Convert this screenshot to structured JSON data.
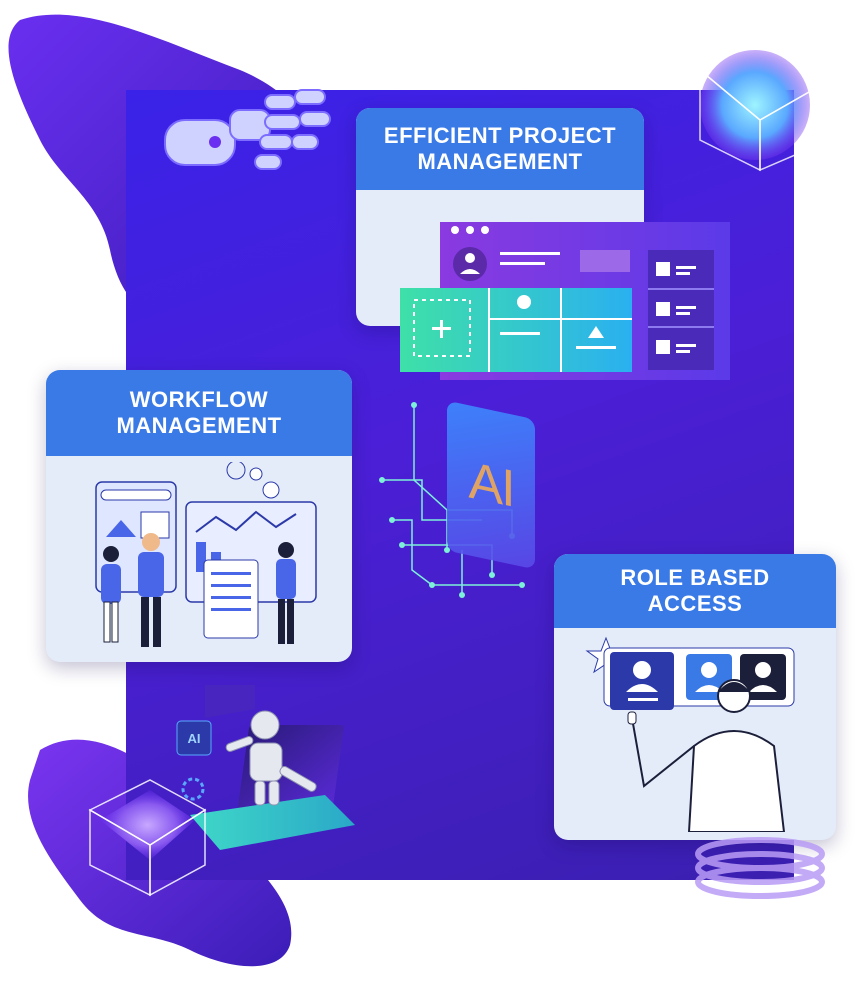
{
  "cards": {
    "project": {
      "title": "EFFICIENT PROJECT\nMANAGEMENT"
    },
    "workflow": {
      "title": "WORKFLOW\nMANAGEMENT"
    },
    "role": {
      "title": "ROLE BASED\nACCESS"
    }
  },
  "ai_badge": {
    "label": "AI"
  },
  "robot_chip": {
    "label": "AI"
  },
  "colors": {
    "panel": "#3a22e8",
    "card_header": "#3a7ae6",
    "card_body": "#e4ecfa",
    "ai_text": "#f0b35a",
    "teal": "#37e0c8"
  },
  "icons": [
    "robot-hand-icon",
    "glass-cube-icon",
    "dashboard-icon",
    "ai-chip-icon",
    "circuit-lines-icon",
    "robot-laptop-icon",
    "user-profile-icon",
    "star-icon"
  ]
}
